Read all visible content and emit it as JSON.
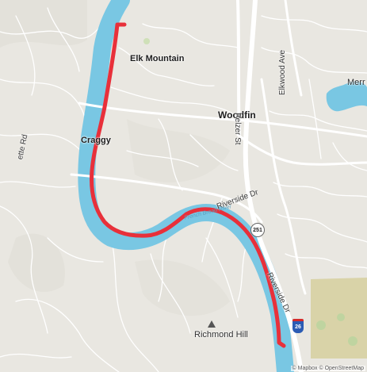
{
  "map": {
    "labels": {
      "elk_mountain": "Elk Mountain",
      "woodfin": "Woodfin",
      "craggy": "Craggy",
      "richmond_hill": "Richmond Hill",
      "merr": "Merr",
      "pelzer_st": "Pelzer St",
      "elkwood_ave": "Elkwood Ave",
      "riverside_dr_1": "Riverside Dr",
      "riverside_dr_2": "Riverside Dr",
      "ette_rd": "ette Rd",
      "french_broad_river": "French Broad River"
    },
    "shields": {
      "route_251": "251",
      "interstate_26": "26"
    },
    "attribution": "© Mapbox © OpenStreetMap"
  },
  "colors": {
    "land": "#e9e7e1",
    "water": "#79c7e3",
    "route": "#e8303a",
    "road": "#ffffff",
    "park": "#d9d3a8"
  },
  "icons": {
    "peak": "mountain-peak-icon"
  }
}
